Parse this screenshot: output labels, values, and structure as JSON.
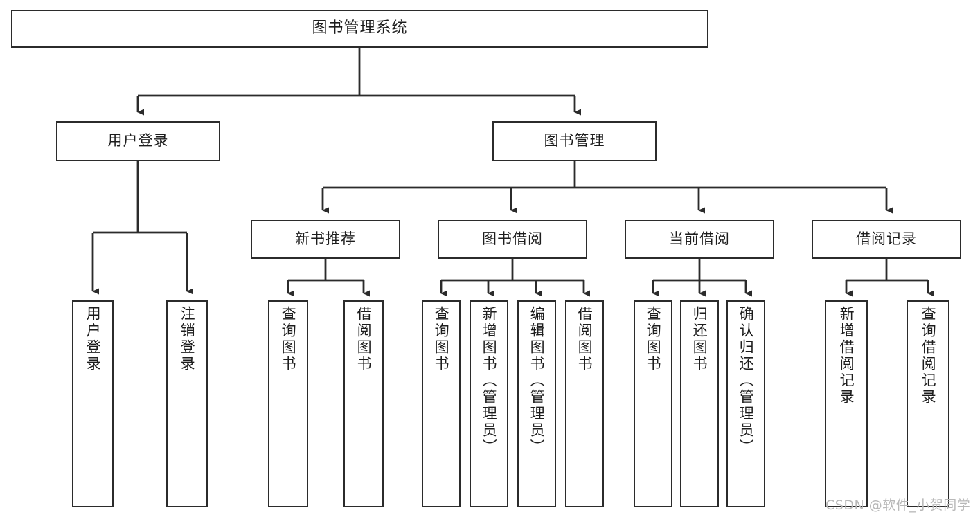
{
  "diagram": {
    "title": "图书管理系统",
    "type": "tree-hierarchy-chart",
    "colors": {
      "box_border": "#2b2b2b",
      "box_fill": "#ffffff",
      "connector": "#2b2b2b",
      "text": "#1d1d1d",
      "watermark": "#b8b8b8",
      "background": "#ffffff"
    },
    "root": {
      "label": "图书管理系统"
    },
    "level2": [
      {
        "id": "user-login",
        "label": "用户登录"
      },
      {
        "id": "book-manage",
        "label": "图书管理"
      }
    ],
    "level3": [
      {
        "id": "new-book-recommend",
        "label": "新书推荐"
      },
      {
        "id": "book-borrow",
        "label": "图书借阅"
      },
      {
        "id": "current-borrow",
        "label": "当前借阅"
      },
      {
        "id": "borrow-record",
        "label": "借阅记录"
      }
    ],
    "leaves": {
      "user_login": [
        {
          "id": "leaf-user-login",
          "label": "用户登录"
        },
        {
          "id": "leaf-logout-login",
          "label": "注销登录"
        }
      ],
      "new_book_recommend": [
        {
          "id": "leaf-query-book-1",
          "label": "查询图书"
        },
        {
          "id": "leaf-borrow-book-1",
          "label": "借阅图书"
        }
      ],
      "book_borrow": [
        {
          "id": "leaf-query-book-2",
          "label": "查询图书"
        },
        {
          "id": "leaf-add-book",
          "label": "新增图书（管理员）"
        },
        {
          "id": "leaf-edit-book",
          "label": "编辑图书（管理员）"
        },
        {
          "id": "leaf-borrow-book-2",
          "label": "借阅图书"
        }
      ],
      "current_borrow": [
        {
          "id": "leaf-query-book-3",
          "label": "查询图书"
        },
        {
          "id": "leaf-return-book",
          "label": "归还图书"
        },
        {
          "id": "leaf-confirm-return",
          "label": "确认归还（管理员）"
        }
      ],
      "borrow_record": [
        {
          "id": "leaf-add-record",
          "label": "新增借阅记录"
        },
        {
          "id": "leaf-query-record",
          "label": "查询借阅记录"
        }
      ]
    },
    "watermark": "CSDN @软件_小贺同学"
  }
}
